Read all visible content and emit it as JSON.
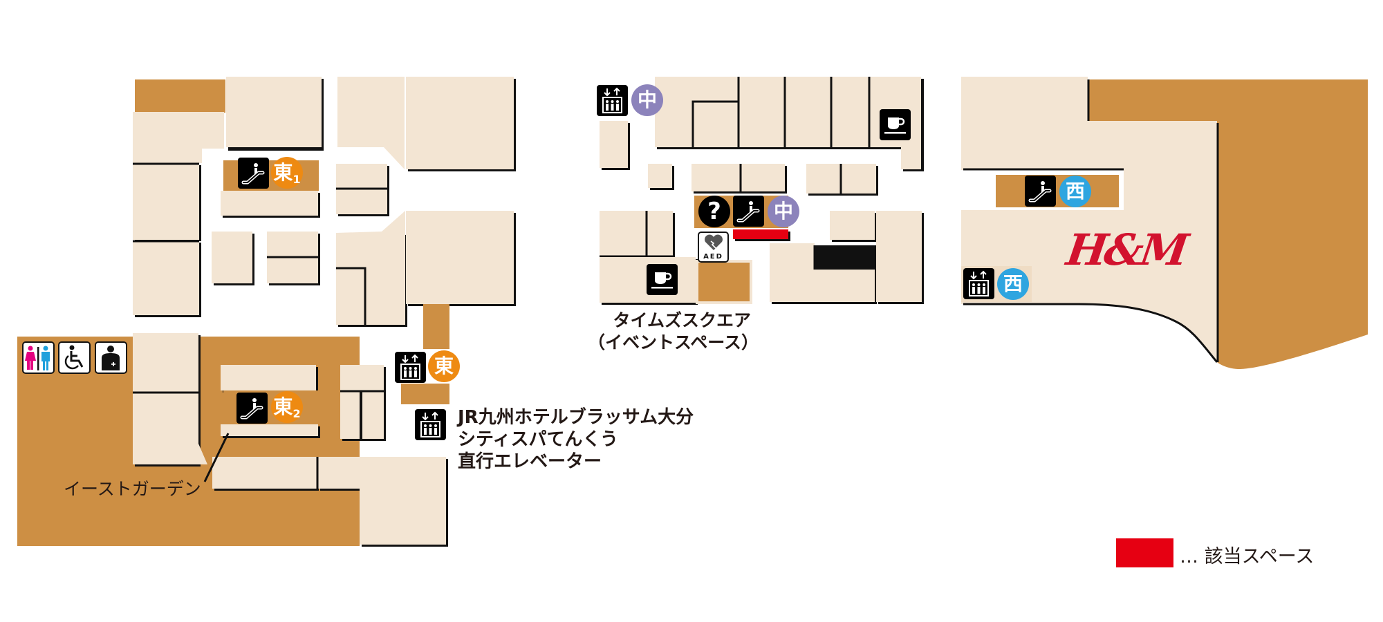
{
  "map": {
    "colors": {
      "shop": "#f3e5d3",
      "common_area": "#cd8f44",
      "east_badge": "#ee8a12",
      "central_badge": "#8c83bb",
      "west_badge": "#2ea5e0",
      "highlight": "#e60012",
      "hm_logo": "#d2122e"
    },
    "badges": {
      "east1": {
        "char": "東",
        "sub": "1"
      },
      "east2": {
        "char": "東",
        "sub": "2"
      },
      "east_elevator": {
        "char": "東"
      },
      "central_elevator": {
        "char": "中"
      },
      "central_escalator": {
        "char": "中"
      },
      "west_escalator": {
        "char": "西"
      },
      "west_elevator": {
        "char": "西"
      }
    },
    "labels": {
      "east_garden": "イーストガーデン",
      "times_square_line1": "タイムズスクエア",
      "times_square_line2": "（イベントスペース）",
      "jr_elevator_line1": "JR九州ホテルブラッサム大分",
      "jr_elevator_line2": "シティスパてんくう",
      "jr_elevator_line3": "直行エレベーター",
      "hm_logo": "H&M",
      "aed": "AED",
      "info": "?"
    },
    "icons": [
      "restroom-icon",
      "wheelchair-icon",
      "ostomate-icon",
      "escalator-icon",
      "elevator-icon",
      "cafe-icon",
      "information-icon",
      "aed-icon"
    ]
  },
  "legend": {
    "swatch_color": "#e60012",
    "text": "… 該当スペース"
  }
}
